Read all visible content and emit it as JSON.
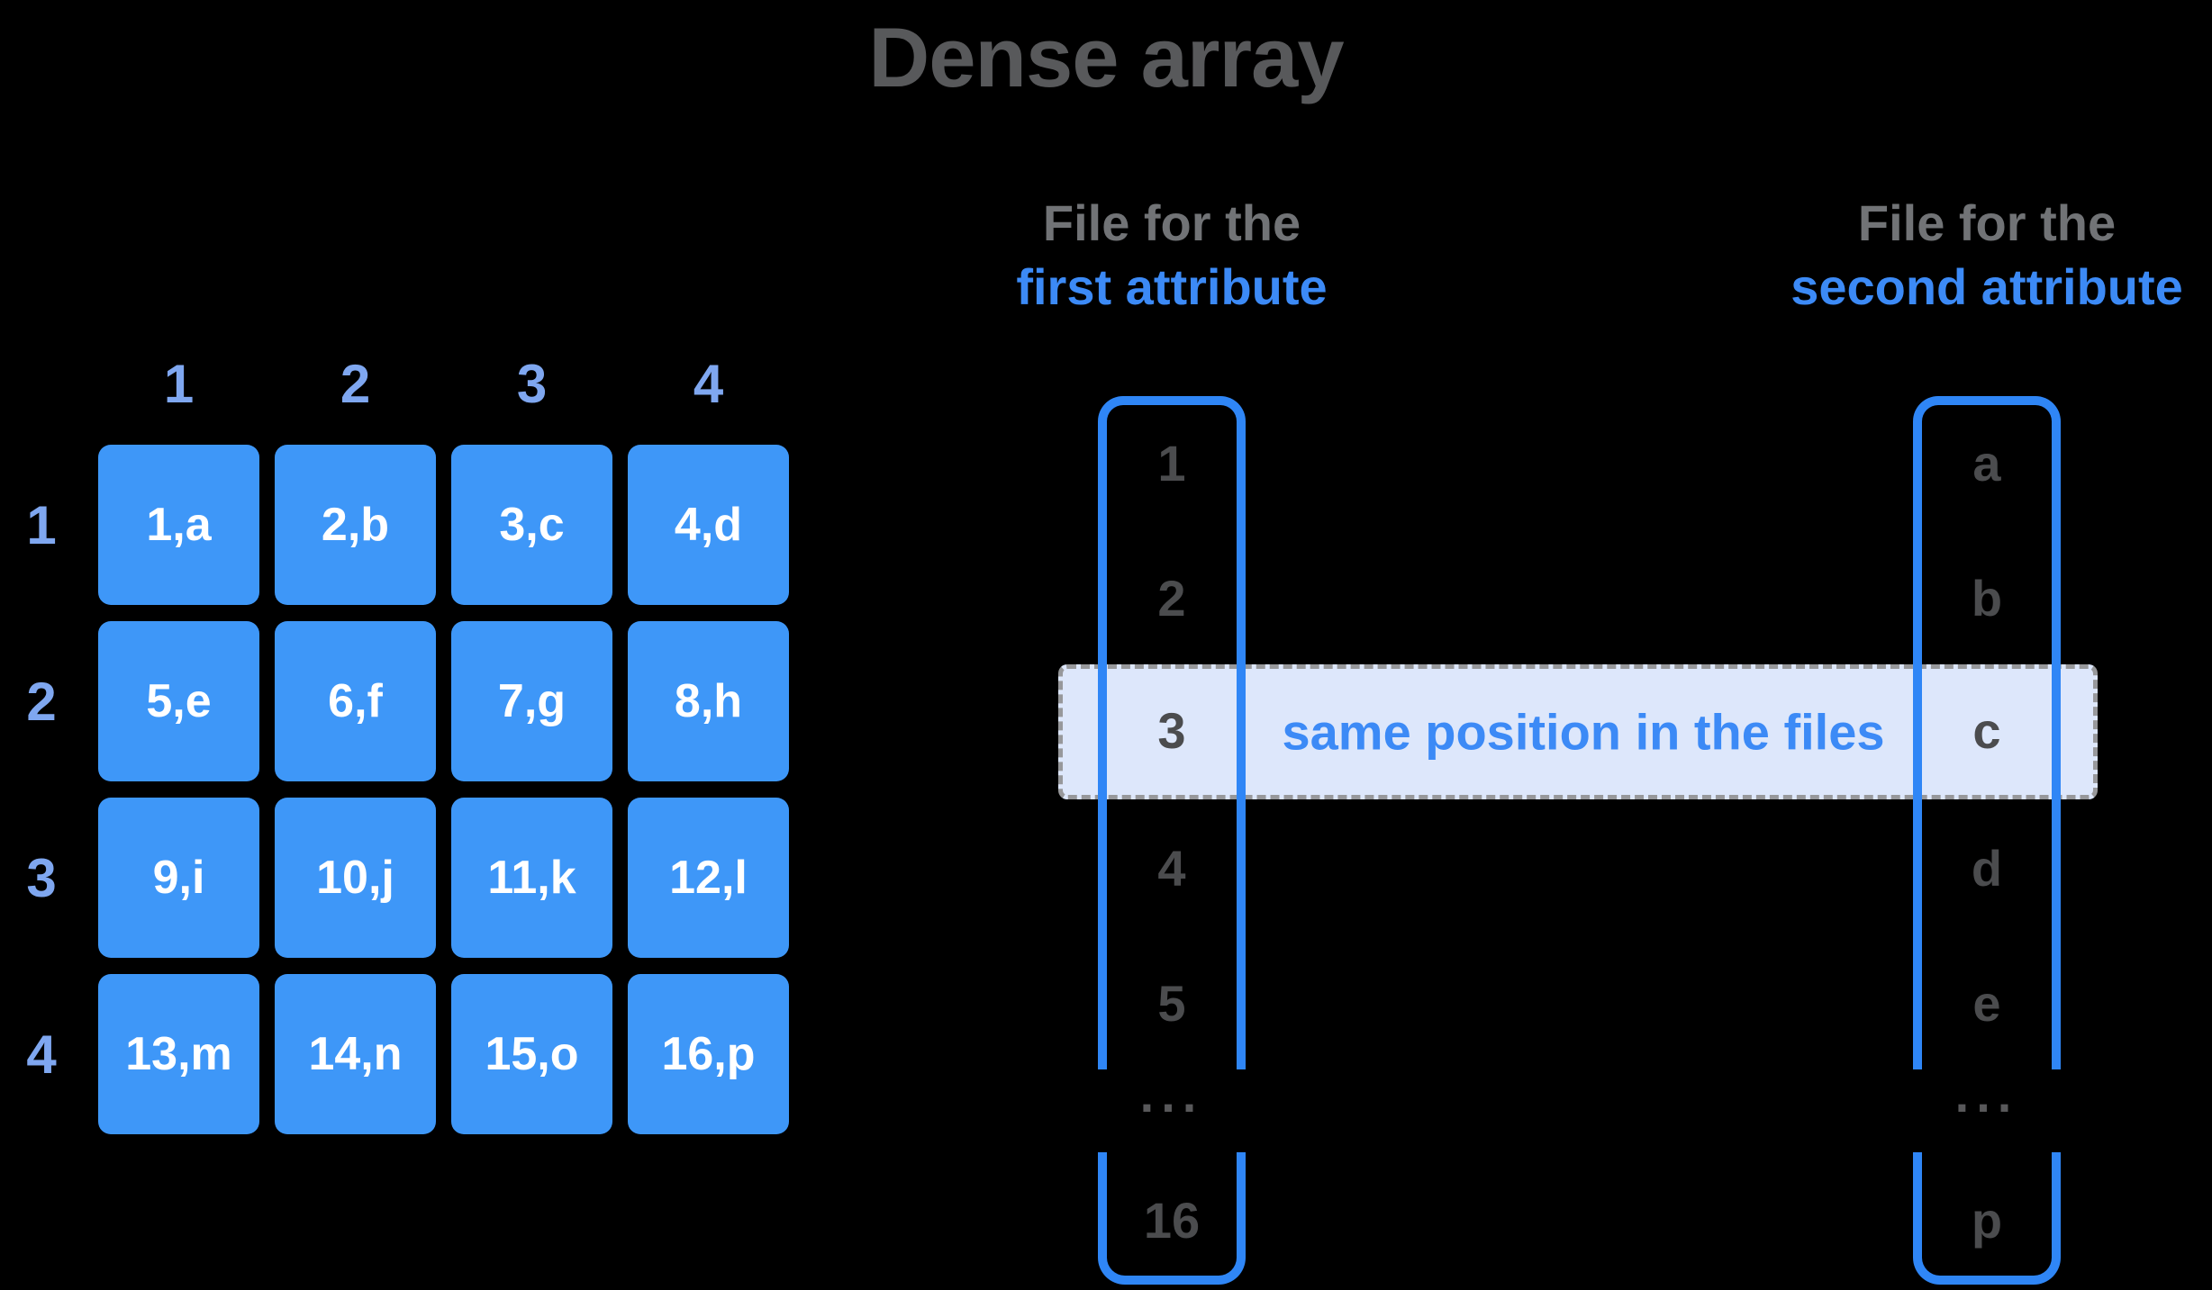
{
  "title": "Dense array",
  "colors": {
    "background": "#000000",
    "title_gray": "#58595B",
    "header_gray": "#717376",
    "accent_blue": "#3C8AF6",
    "cell_blue": "#3E97F8",
    "label_blue": "#7FA7F0",
    "outline_blue": "#2F86F6",
    "band_fill": "#DDE7FB",
    "band_border": "#97989B",
    "item_gray": "#4B4C4E",
    "dots_gray": "#58585A",
    "cell_text": "#FFFFFF"
  },
  "grid": {
    "col_labels": [
      "1",
      "2",
      "3",
      "4"
    ],
    "row_labels": [
      "1",
      "2",
      "3",
      "4"
    ],
    "cells": [
      [
        "1,a",
        "2,b",
        "3,c",
        "4,d"
      ],
      [
        "5,e",
        "6,f",
        "7,g",
        "8,h"
      ],
      [
        "9,i",
        "10,j",
        "11,k",
        "12,l"
      ],
      [
        "13,m",
        "14,n",
        "15,o",
        "16,p"
      ]
    ]
  },
  "file_first": {
    "header_line1": "File for the",
    "header_line2": "first attribute",
    "items": [
      "1",
      "2",
      "3",
      "4",
      "5"
    ],
    "ellipsis": "...",
    "last_item": "16"
  },
  "file_second": {
    "header_line1": "File for the",
    "header_line2": "second attribute",
    "items": [
      "a",
      "b",
      "c",
      "d",
      "e"
    ],
    "ellipsis": "...",
    "last_item": "p"
  },
  "band": {
    "label": "same position in the files"
  }
}
